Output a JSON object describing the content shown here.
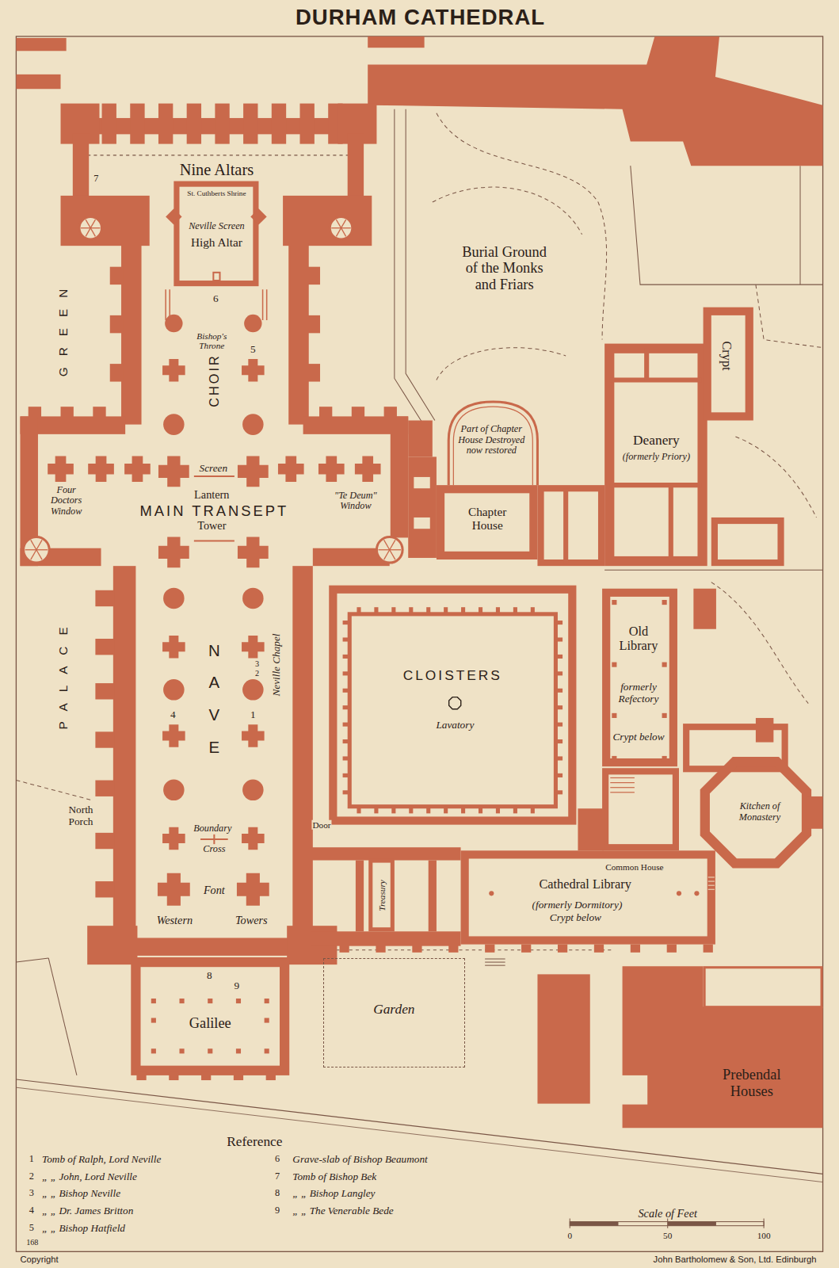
{
  "diagram": {
    "title": "DURHAM CATHEDRAL",
    "nodes": [
      {
        "text": [
          "CLOISTERS"
        ]
      },
      {
        "text": [
          "Lavatory"
        ],
        "in": 0
      },
      {
        "text": [
          "Galilee"
        ]
      },
      {
        "text": [
          "Garden"
        ]
      }
    ],
    "labels": [
      "Nine Altars",
      "St. Cuthberts Shrine",
      "Neville Screen",
      "High Altar",
      "7",
      "6",
      "GREEN",
      "Bishop's Throne",
      "5",
      "CHOIR",
      "Screen",
      "Lantern",
      "MAIN TRANSEPT",
      "Tower",
      "Four Doctors Window",
      "\"Te Deum\" Window",
      "Burial Ground of the Monks and Friars",
      "Part of Chapter House Destroyed now restored",
      "Chapter House",
      "Crypt",
      "Deanery",
      "(formerly Priory)",
      "Old Library",
      "formerly Refectory",
      "Crypt below",
      "NAVE",
      "3",
      "2",
      "4",
      "1",
      "Neville Chapel",
      "PALACE",
      "North Porch",
      "Door",
      "Boundary",
      "Cross",
      "Font",
      "Western",
      "Towers",
      "Treasury",
      "Common House",
      "Cathedral Library",
      "(formerly Dormitory)",
      "Crypt below",
      "Kitchen of Monastery",
      "8",
      "9",
      "Prebendal Houses",
      "Reference",
      "1",
      "Tomb of Ralph, Lord Neville",
      "2",
      "„ „ John, Lord Neville",
      "3",
      "„ „ Bishop Neville",
      "4",
      "„ „ Dr. James Britton",
      "5",
      "„ „ Bishop Hatfield",
      "6",
      "Grave-slab of Bishop Beaumont",
      "7",
      "Tomb of Bishop Bek",
      "8",
      "„ „ Bishop Langley",
      "9",
      "„ „ The Venerable Bede",
      "168",
      "Scale of Feet",
      "0",
      "50",
      "100",
      "Copyright",
      "John Bartholomew & Son, Ltd. Edinburgh"
    ]
  }
}
